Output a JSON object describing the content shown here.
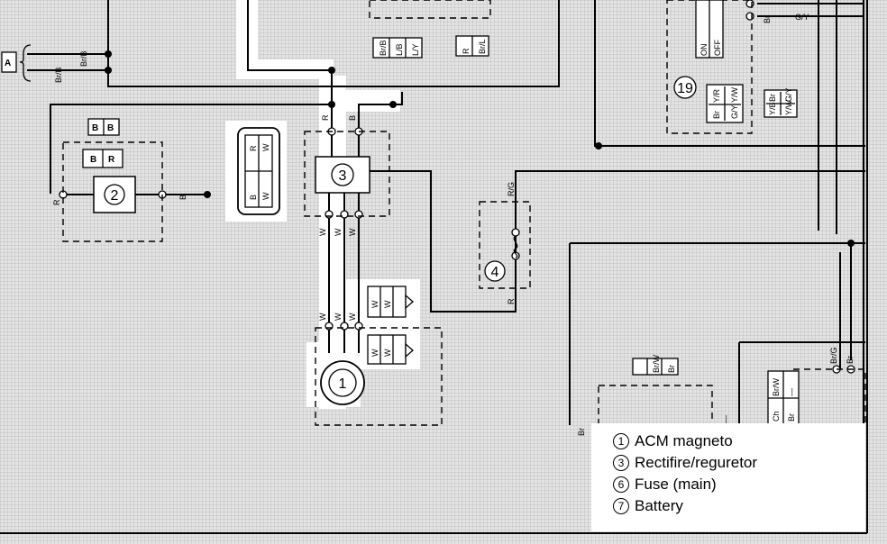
{
  "legend": {
    "items": [
      {
        "num": "1",
        "label": "ACM magneto"
      },
      {
        "num": "3",
        "label": "Rectifire/reguretor"
      },
      {
        "num": "6",
        "label": "Fuse (main)"
      },
      {
        "num": "7",
        "label": "Battery"
      }
    ]
  },
  "components": {
    "c1": "1",
    "c2": "2",
    "c3": "3",
    "c4": "4",
    "c19": "19",
    "group_a": "A",
    "switch_on": "ON",
    "switch_off": "OFF"
  },
  "wires": {
    "br_b": "Br/B",
    "r": "R",
    "b": "B",
    "w": "W",
    "r_g": "R/G",
    "br": "Br",
    "br_g": "Br/G",
    "g_y": "G/Y",
    "l_y": "L/Y",
    "l_b": "L/B",
    "br_l": "Br/L",
    "y_r": "Y/R",
    "y_w": "Y/W",
    "y_b": "Y/B",
    "br_w": "Br/W",
    "ch": "Ch",
    "dash": "—"
  }
}
